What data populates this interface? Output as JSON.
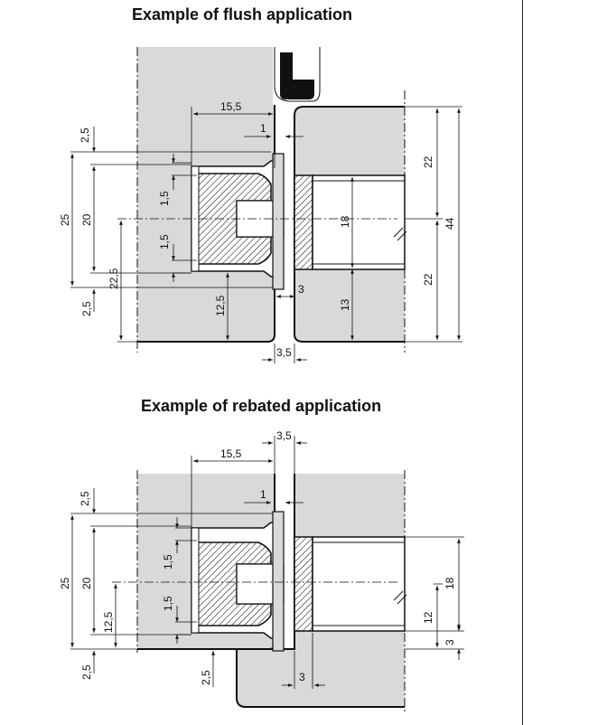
{
  "flush": {
    "title": "Example of flush application",
    "dims": {
      "d15_5": "15,5",
      "d1": "1",
      "d2_5_top": "2,5",
      "d25": "25",
      "d20": "20",
      "d1_5_a": "1,5",
      "d1_5_b": "1,5",
      "d22_5": "22,5",
      "d2_5_bot": "2,5",
      "d12_5": "12,5",
      "d18": "18",
      "d3": "3",
      "d13": "13",
      "d22_top": "22",
      "d22_bot": "22",
      "d44": "44",
      "d3_5": "3,5"
    }
  },
  "rebated": {
    "title": "Example of rebated application",
    "dims": {
      "d3_5": "3,5",
      "d15_5": "15,5",
      "d1": "1",
      "d2_5_top": "2,5",
      "d25": "25",
      "d20": "20",
      "d1_5_a": "1,5",
      "d1_5_b": "1,5",
      "d12_5": "12,5",
      "d18": "18",
      "d12": "12",
      "d3_right": "3",
      "d2_5_bot": "2,5",
      "d2_5_mid": "2,5",
      "d3_bottom": "3"
    }
  }
}
